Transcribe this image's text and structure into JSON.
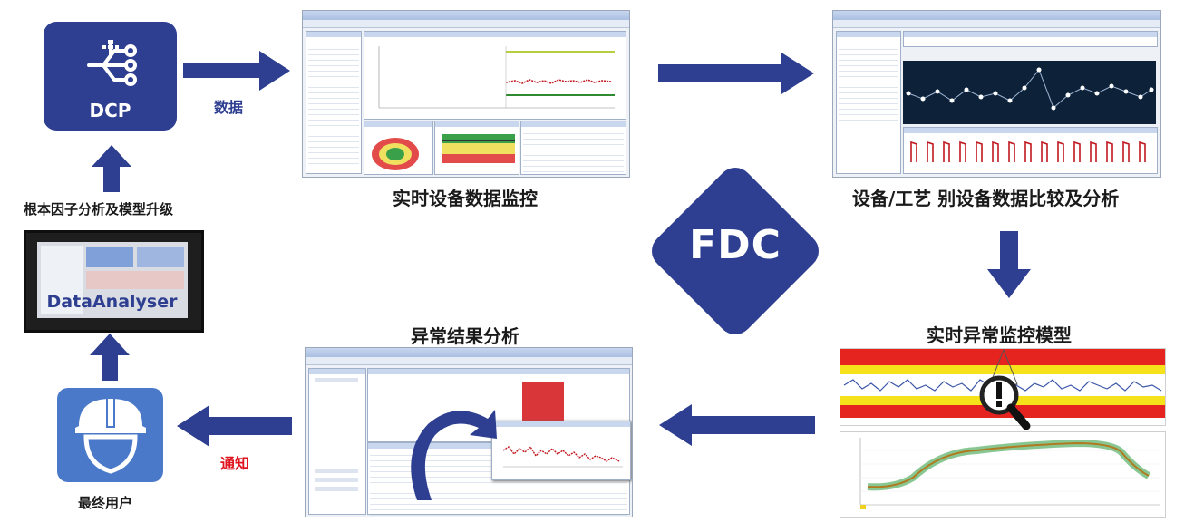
{
  "title": "FDC",
  "nodes": {
    "dcp": "DCP",
    "realtime_monitor": "实时设备数据监控",
    "compare_analysis": "设备/工艺 别设备数据比较及分析",
    "anomaly_model": "实时异常监控模型",
    "anomaly_result": "异常结果分析",
    "end_user": "最终用户",
    "root_cause": "根本因子分析及模型升级",
    "data_analyser": "DataAnalyser"
  },
  "edges": {
    "data": "数据",
    "notify": "通知"
  },
  "colors": {
    "primary": "#2e3f91",
    "user_icon_bg": "#4a79c9",
    "notify_text": "#e0141e"
  }
}
